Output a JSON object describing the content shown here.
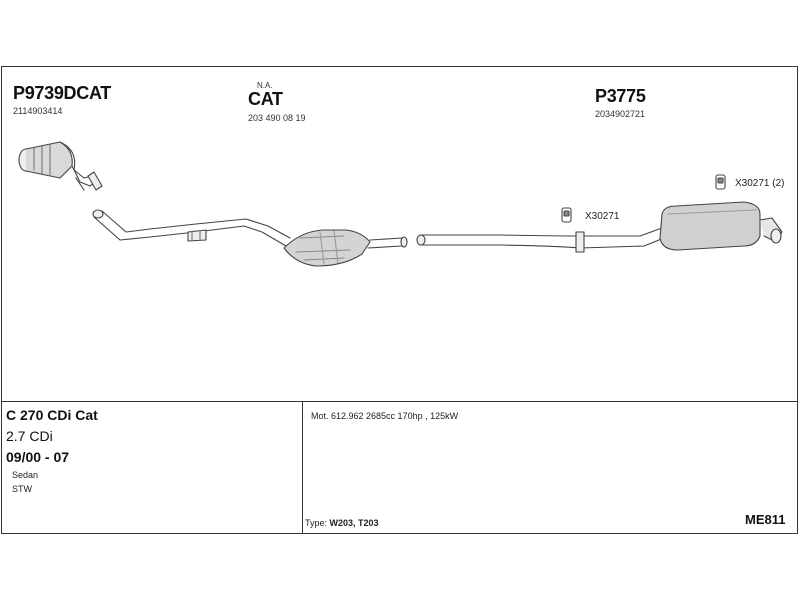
{
  "parts": {
    "front_pipe": {
      "part_no": "P9739DCAT",
      "code": "2114903414"
    },
    "catalyst": {
      "note": "N.A.",
      "part_no": "CAT",
      "code": "203 490 08 19"
    },
    "rear_section": {
      "part_no": "P3775",
      "code": "2034902721"
    }
  },
  "mounts": {
    "middle": {
      "label": "X30271"
    },
    "rear": {
      "label": "X30271 (2)"
    }
  },
  "vehicle": {
    "model": "C 270 CDi Cat",
    "engine": "2.7 CDi",
    "years": "09/00 - 07",
    "body_types": [
      "Sedan",
      "STW"
    ]
  },
  "specs": {
    "motor": "Mot. 612.962 2685cc 170hp , 125kW",
    "type_label": "Type:",
    "type_value": "W203, T203",
    "doc_code": "ME811"
  }
}
